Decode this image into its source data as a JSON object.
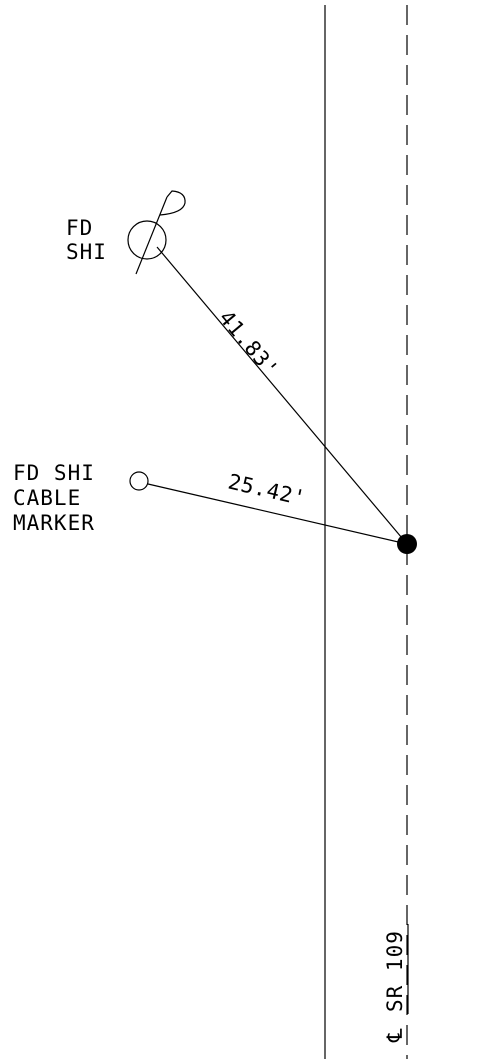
{
  "labels": {
    "fd_shi_line1": "FD",
    "fd_shi_line2": "SHI",
    "cable_line1": "FD SHI",
    "cable_line2": "CABLE",
    "cable_line3": "MARKER",
    "dimension_upper": "41.83'",
    "dimension_lower": "25.42'",
    "centerline_symbol": "℄",
    "centerline_label": "SR 109"
  },
  "colors": {
    "line": "#000000",
    "background": "#ffffff"
  }
}
